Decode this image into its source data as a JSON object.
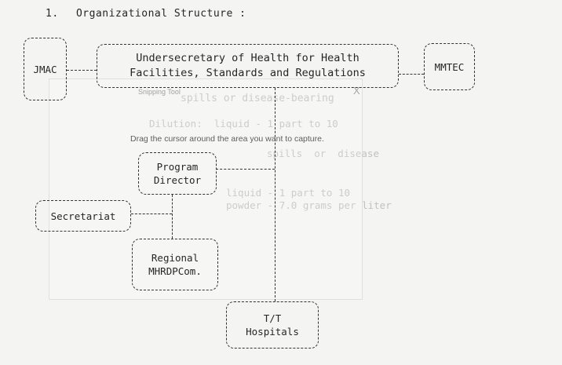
{
  "heading": {
    "number": "1.",
    "title": "Organizational Structure :"
  },
  "boxes": {
    "jmac": "JMAC",
    "undersecretary_line1": "Undersecretary of Health for Health",
    "undersecretary_line2": "Facilities, Standards and Regulations",
    "mmtec": "MMTEC",
    "program_director_line1": "Program",
    "program_director_line2": "Director",
    "secretariat": "Secretariat",
    "regional_line1": "Regional",
    "regional_line2": "MHRDPCom.",
    "tt_hospitals_line1": "T/T",
    "tt_hospitals_line2": "Hospitals"
  },
  "overlay": {
    "window_title": "Snipping Tool",
    "close_glyph": "X",
    "hint": "Drag the cursor around the area you want to capture."
  },
  "background_text": {
    "line1": "spills or disease-bearing",
    "line2": "Dilution:  liquid - 1 part to 10",
    "line3": "spills  or  disease",
    "line4": "liquid - 1 part to 10",
    "line5": "powder - 7.0 grams per liter"
  },
  "colors": {
    "ink": "#262626",
    "paper": "#f4f4f2"
  }
}
